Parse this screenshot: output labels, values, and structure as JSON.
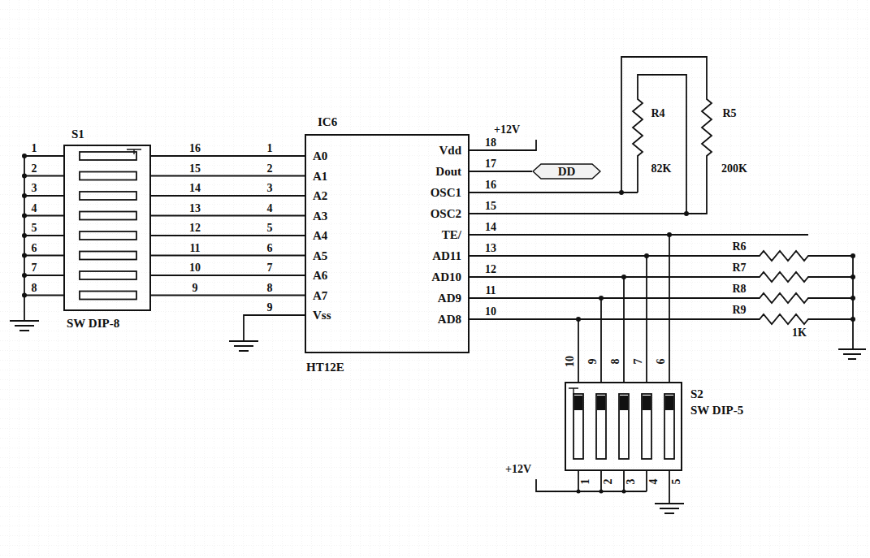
{
  "diagram": {
    "nodes": [
      {
        "text": [
          "S1",
          "SW DIP-8"
        ]
      },
      {
        "text": [
          "IC6",
          "A0",
          "A1",
          "A2",
          "A3",
          "A4",
          "A5",
          "A6",
          "A7",
          "Vss",
          "Vdd",
          "Dout",
          "OSC1",
          "OSC2",
          "TE/",
          "AD11",
          "AD10",
          "AD9",
          "AD8",
          "HT12E"
        ]
      },
      {
        "text": [
          "DD"
        ]
      },
      {
        "text": [
          "S2",
          "SW DIP-5"
        ]
      }
    ],
    "edges": [
      {
        "from": 0,
        "to": 1,
        "arrow": "none"
      },
      {
        "from": 0,
        "to": 1,
        "arrow": "none"
      },
      {
        "from": 0,
        "to": 1,
        "arrow": "none"
      },
      {
        "from": 0,
        "to": 1,
        "arrow": "none"
      },
      {
        "from": 0,
        "to": 1,
        "arrow": "none"
      },
      {
        "from": 0,
        "to": 1,
        "arrow": "none"
      },
      {
        "from": 0,
        "to": 1,
        "arrow": "none"
      },
      {
        "from": 0,
        "to": 1,
        "arrow": "none"
      },
      {
        "from": 1,
        "to": 2,
        "arrow": "none"
      },
      {
        "from": 1,
        "to": 3,
        "arrow": "none"
      },
      {
        "from": 1,
        "to": 3,
        "arrow": "none"
      },
      {
        "from": 1,
        "to": 3,
        "arrow": "none"
      },
      {
        "from": 1,
        "to": 3,
        "arrow": "none"
      },
      {
        "from": 1,
        "to": 3,
        "arrow": "none"
      }
    ],
    "labels": [
      "1",
      "2",
      "3",
      "4",
      "5",
      "6",
      "7",
      "8",
      "16",
      "15",
      "14",
      "13",
      "12",
      "11",
      "10",
      "9",
      "1",
      "2",
      "3",
      "4",
      "5",
      "6",
      "7",
      "8",
      "9",
      "18",
      "17",
      "16",
      "15",
      "14",
      "13",
      "12",
      "11",
      "10",
      "+12V",
      "R4",
      "82K",
      "R5",
      "200K",
      "R6",
      "R7",
      "R8",
      "R9",
      "1K",
      "10",
      "9",
      "8",
      "7",
      "6",
      "+12V",
      "1",
      "2",
      "3",
      "4",
      "5"
    ]
  }
}
